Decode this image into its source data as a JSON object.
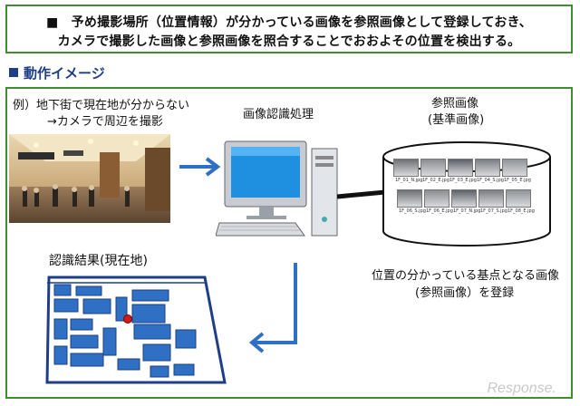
{
  "top": {
    "line1": "■　予め撮影場所（位置情報）が分かっている画像を参照画像として登録しておき、",
    "line2": "カメラで撮影した画像と参照画像を照合することでおおよその位置を検出する。"
  },
  "section": {
    "title": "動作イメージ"
  },
  "example": {
    "line1": "例）地下街で現在地が分からない",
    "line2": "→カメラで周辺を撮影"
  },
  "process": {
    "label": "画像認識処理"
  },
  "reference": {
    "line1": "参照画像",
    "line2": "(基準画像)",
    "thumbs": [
      "1F_01_N.jpg",
      "1F_02_E.jpg",
      "1F_03_E.jpg",
      "1F_04_S.jpg",
      "1F_05_E.jpg",
      "1F_06_S.jpg",
      "1F_06_E.jpg",
      "1F_07_N.jpg",
      "1F_07_S.jpg",
      "1F_08_E.jpg"
    ]
  },
  "register": {
    "line1": "位置の分かっている基点となる画像",
    "line2": "(参照画像）を登録"
  },
  "result": {
    "label": "認識結果(現在地)"
  },
  "watermark": "Response."
}
